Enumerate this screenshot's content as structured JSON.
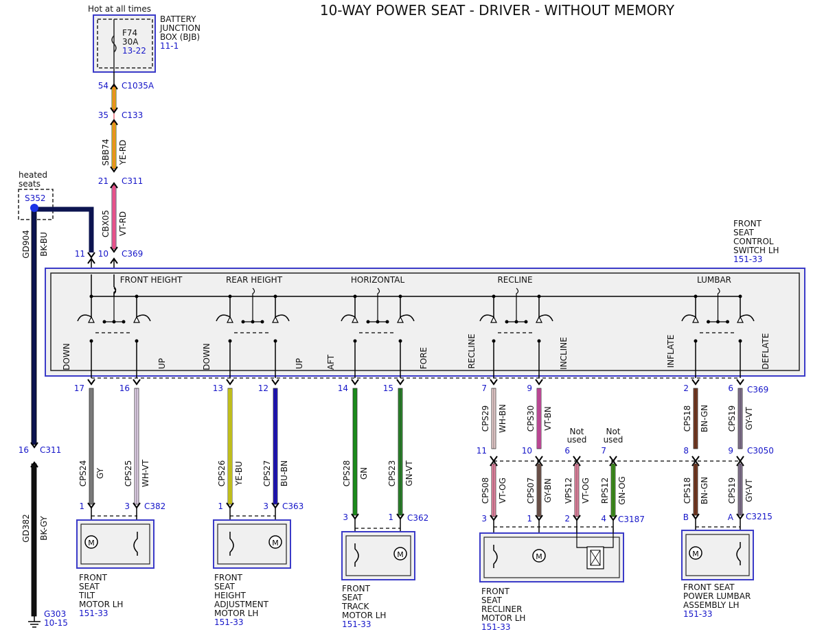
{
  "title": "10-WAY POWER SEAT - DRIVER - WITHOUT MEMORY",
  "colors": {
    "frame_blue": "#3a3ac8",
    "ref_blue": "#1414c8",
    "box_fill": "#f0f0f0"
  },
  "bjb": {
    "hot_label": "Hot at all times",
    "name_lines": [
      "BATTERY",
      "JUNCTION",
      "BOX (BJB)"
    ],
    "ref": "11-1",
    "fuse_name": "F74",
    "fuse_rating": "30A",
    "fuse_ref": "13-22"
  },
  "feed": {
    "pin_c1035a": "54",
    "conn_c1035a": "C1035A",
    "pin_c133": "35",
    "conn_c133": "C133",
    "circuit1": "SBB74",
    "color1": "YE-RD",
    "pin_c311": "21",
    "conn_c311": "C311",
    "circuit2": "CBX05",
    "color2": "VT-RD",
    "pin_c369_a": "11",
    "pin_c369_b": "10",
    "conn_c369": "C369"
  },
  "splice": {
    "caption_lines": [
      "heated",
      "seats"
    ],
    "name": "S352"
  },
  "ground": {
    "circuit_top": "GD904",
    "color_top": "BK-BU",
    "pin": "16",
    "conn": "C311",
    "circuit_bottom": "GD382",
    "color_bottom": "BK-GY",
    "name": "G303",
    "ref": "10-15"
  },
  "switch": {
    "name_lines": [
      "FRONT",
      "SEAT",
      "CONTROL",
      "SWITCH LH"
    ],
    "ref": "151-33",
    "sections": [
      "FRONT HEIGHT",
      "REAR HEIGHT",
      "HORIZONTAL",
      "RECLINE",
      "LUMBAR"
    ],
    "directions": [
      "DOWN",
      "UP",
      "DOWN",
      "UP",
      "AFT",
      "FORE",
      "RECLINE",
      "INCLINE",
      "INFLATE",
      "DEFLATE"
    ],
    "conn": "C369",
    "conn_3050": "C3050"
  },
  "wires": [
    {
      "pin": "17",
      "circuit": "CPS24",
      "color": "GY",
      "fill": "#7a7a7a",
      "end_pin": "1"
    },
    {
      "pin": "16",
      "circuit": "CPS25",
      "color": "WH-VT",
      "fill": "#ecdaf3",
      "end_pin": "3"
    },
    {
      "pin": "13",
      "circuit": "CPS26",
      "color": "YE-BU",
      "fill": "#e8e61a",
      "end_pin": "1"
    },
    {
      "pin": "12",
      "circuit": "CPS27",
      "color": "BU-BN",
      "fill": "#1c10c8",
      "end_pin": "3"
    },
    {
      "pin": "14",
      "circuit": "CPS28",
      "color": "GN",
      "fill": "#1a8a1a",
      "end_pin": "3"
    },
    {
      "pin": "15",
      "circuit": "CPS23",
      "color": "GN-VT",
      "fill": "#2a8a2a",
      "end_pin": "1"
    },
    {
      "pin": "7",
      "circuit": "CPS29",
      "color": "WH-BN",
      "fill": "#f0d4d4",
      "mid_pin": "11",
      "circuit2": "CPS08",
      "color2": "VT-OG",
      "fill2": "#f08aa8",
      "end_pin": "3"
    },
    {
      "pin": "9",
      "circuit": "CPS30",
      "color": "VT-BN",
      "fill": "#e050b0",
      "mid_pin": "10",
      "circuit2": "CPS07",
      "color2": "GY-BN",
      "fill2": "#7a5a50",
      "end_pin": "1"
    },
    {
      "mid_pin": "6",
      "circuit2": "VPS12",
      "color2": "VT-OG",
      "fill2": "#f08aa8",
      "end_pin": "2",
      "note": "Not used"
    },
    {
      "mid_pin": "7",
      "circuit2": "RPS12",
      "color2": "GN-OG",
      "fill2": "#3f9a1a",
      "end_pin": "4",
      "note": "Not used"
    },
    {
      "pin": "2",
      "circuit": "CPS18",
      "color": "BN-GN",
      "fill": "#7a3a20",
      "mid_pin": "8",
      "circuit2": "CPS18",
      "color2": "BN-GN",
      "fill2": "#7a3a20",
      "end_pin": "B"
    },
    {
      "pin": "6",
      "circuit": "CPS19",
      "color": "GY-VT",
      "fill": "#8a7898",
      "mid_pin": "9",
      "circuit2": "CPS19",
      "color2": "GY-VT",
      "fill2": "#8a7898",
      "end_pin": "A"
    }
  ],
  "motors": [
    {
      "conn": "C382",
      "name_lines": [
        "FRONT",
        "SEAT",
        "TILT",
        "MOTOR LH"
      ],
      "ref": "151-33"
    },
    {
      "conn": "C363",
      "name_lines": [
        "FRONT",
        "SEAT",
        "HEIGHT",
        "ADJUSTMENT",
        "MOTOR LH"
      ],
      "ref": "151-33"
    },
    {
      "conn": "C362",
      "name_lines": [
        "FRONT",
        "SEAT",
        "TRACK",
        "MOTOR LH"
      ],
      "ref": "151-33"
    },
    {
      "conn": "C3187",
      "name_lines": [
        "FRONT",
        "SEAT",
        "RECLINER",
        "MOTOR LH"
      ],
      "ref": "151-33"
    },
    {
      "conn": "C3215",
      "name_lines": [
        "FRONT SEAT",
        "POWER LUMBAR",
        "ASSEMBLY LH"
      ],
      "ref": "151-33"
    }
  ]
}
